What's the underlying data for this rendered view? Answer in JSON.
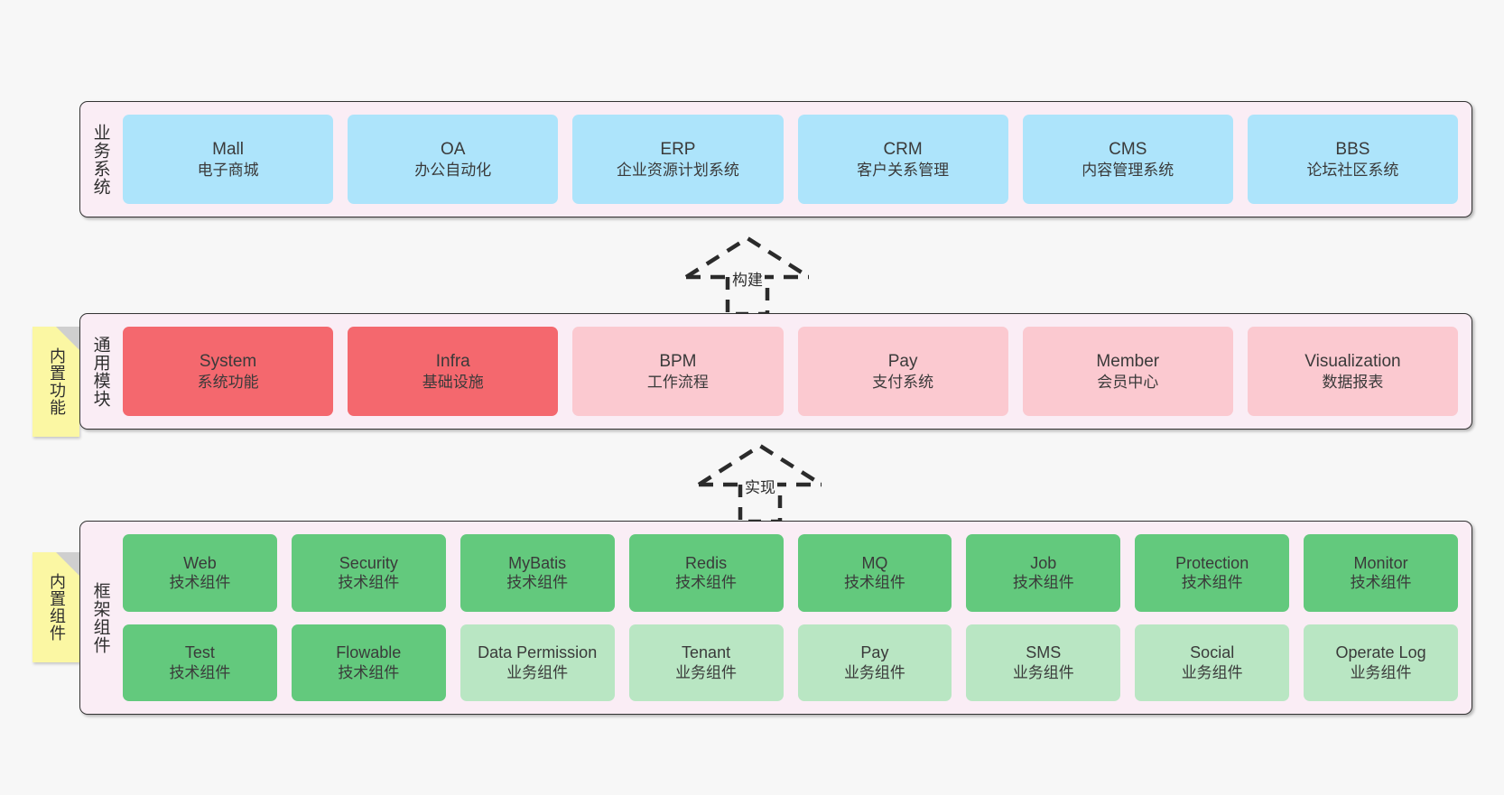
{
  "diagram": {
    "title": "System architecture layers",
    "colors": {
      "panel_bg": "#faedf5",
      "panel_border": "#333333",
      "business": "#ade4fb",
      "module_core": "#f4686e",
      "module_other": "#fbc9d0",
      "tech_component": "#63c97d",
      "biz_component": "#b9e6c3",
      "note": "#fbf7a3",
      "canvas": "#f7f7f7"
    }
  },
  "layers": [
    {
      "id": "business-system",
      "label": "业务系统",
      "rows": [
        [
          {
            "name": "Mall",
            "desc": "电子商城",
            "style": "c-blue"
          },
          {
            "name": "OA",
            "desc": "办公自动化",
            "style": "c-blue"
          },
          {
            "name": "ERP",
            "desc": "企业资源计划系统",
            "style": "c-blue"
          },
          {
            "name": "CRM",
            "desc": "客户关系管理",
            "style": "c-blue"
          },
          {
            "name": "CMS",
            "desc": "内容管理系统",
            "style": "c-blue"
          },
          {
            "name": "BBS",
            "desc": "论坛社区系统",
            "style": "c-blue"
          }
        ]
      ]
    },
    {
      "id": "common-module",
      "label": "通用模块",
      "note": "内置功能",
      "rows": [
        [
          {
            "name": "System",
            "desc": "系统功能",
            "style": "c-red"
          },
          {
            "name": "Infra",
            "desc": "基础设施",
            "style": "c-red"
          },
          {
            "name": "BPM",
            "desc": "工作流程",
            "style": "c-pink"
          },
          {
            "name": "Pay",
            "desc": "支付系统",
            "style": "c-pink"
          },
          {
            "name": "Member",
            "desc": "会员中心",
            "style": "c-pink"
          },
          {
            "name": "Visualization",
            "desc": "数据报表",
            "style": "c-pink"
          }
        ]
      ]
    },
    {
      "id": "framework-component",
      "label": "框架组件",
      "note": "内置组件",
      "rows": [
        [
          {
            "name": "Web",
            "desc": "技术组件",
            "style": "c-green"
          },
          {
            "name": "Security",
            "desc": "技术组件",
            "style": "c-green"
          },
          {
            "name": "MyBatis",
            "desc": "技术组件",
            "style": "c-green"
          },
          {
            "name": "Redis",
            "desc": "技术组件",
            "style": "c-green"
          },
          {
            "name": "MQ",
            "desc": "技术组件",
            "style": "c-green"
          },
          {
            "name": "Job",
            "desc": "技术组件",
            "style": "c-green"
          },
          {
            "name": "Protection",
            "desc": "技术组件",
            "style": "c-green"
          },
          {
            "name": "Monitor",
            "desc": "技术组件",
            "style": "c-green"
          }
        ],
        [
          {
            "name": "Test",
            "desc": "技术组件",
            "style": "c-green"
          },
          {
            "name": "Flowable",
            "desc": "技术组件",
            "style": "c-green"
          },
          {
            "name": "Data Permission",
            "desc": "业务组件",
            "style": "c-lightgreen"
          },
          {
            "name": "Tenant",
            "desc": "业务组件",
            "style": "c-lightgreen"
          },
          {
            "name": "Pay",
            "desc": "业务组件",
            "style": "c-lightgreen"
          },
          {
            "name": "SMS",
            "desc": "业务组件",
            "style": "c-lightgreen"
          },
          {
            "name": "Social",
            "desc": "业务组件",
            "style": "c-lightgreen"
          },
          {
            "name": "Operate Log",
            "desc": "业务组件",
            "style": "c-lightgreen"
          }
        ]
      ]
    }
  ],
  "connectors": [
    {
      "id": "build",
      "label": "构建"
    },
    {
      "id": "implement",
      "label": "实现"
    }
  ]
}
